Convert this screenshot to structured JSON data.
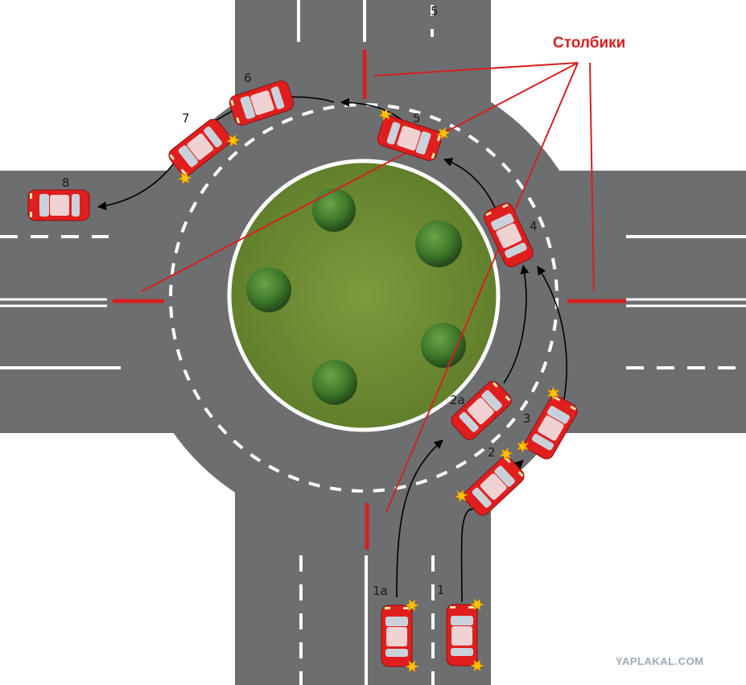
{
  "diagram": {
    "title": "Столбики",
    "watermark": "YAPLAKAL.COM",
    "car_labels": [
      "1",
      "1а",
      "2",
      "2а",
      "3",
      "4",
      "5",
      "6",
      "7",
      "8"
    ],
    "road_marker_label": "5"
  },
  "colors": {
    "road": "#6d6e70",
    "island_grass": "#6f8c33",
    "island_border": "#ffffff",
    "car_body": "#e01e1e",
    "bollard": "#d42121",
    "annotation": "#d42121",
    "background": "#ffffff",
    "watermark": "#9aaab8",
    "indicator": "#ffc300"
  }
}
